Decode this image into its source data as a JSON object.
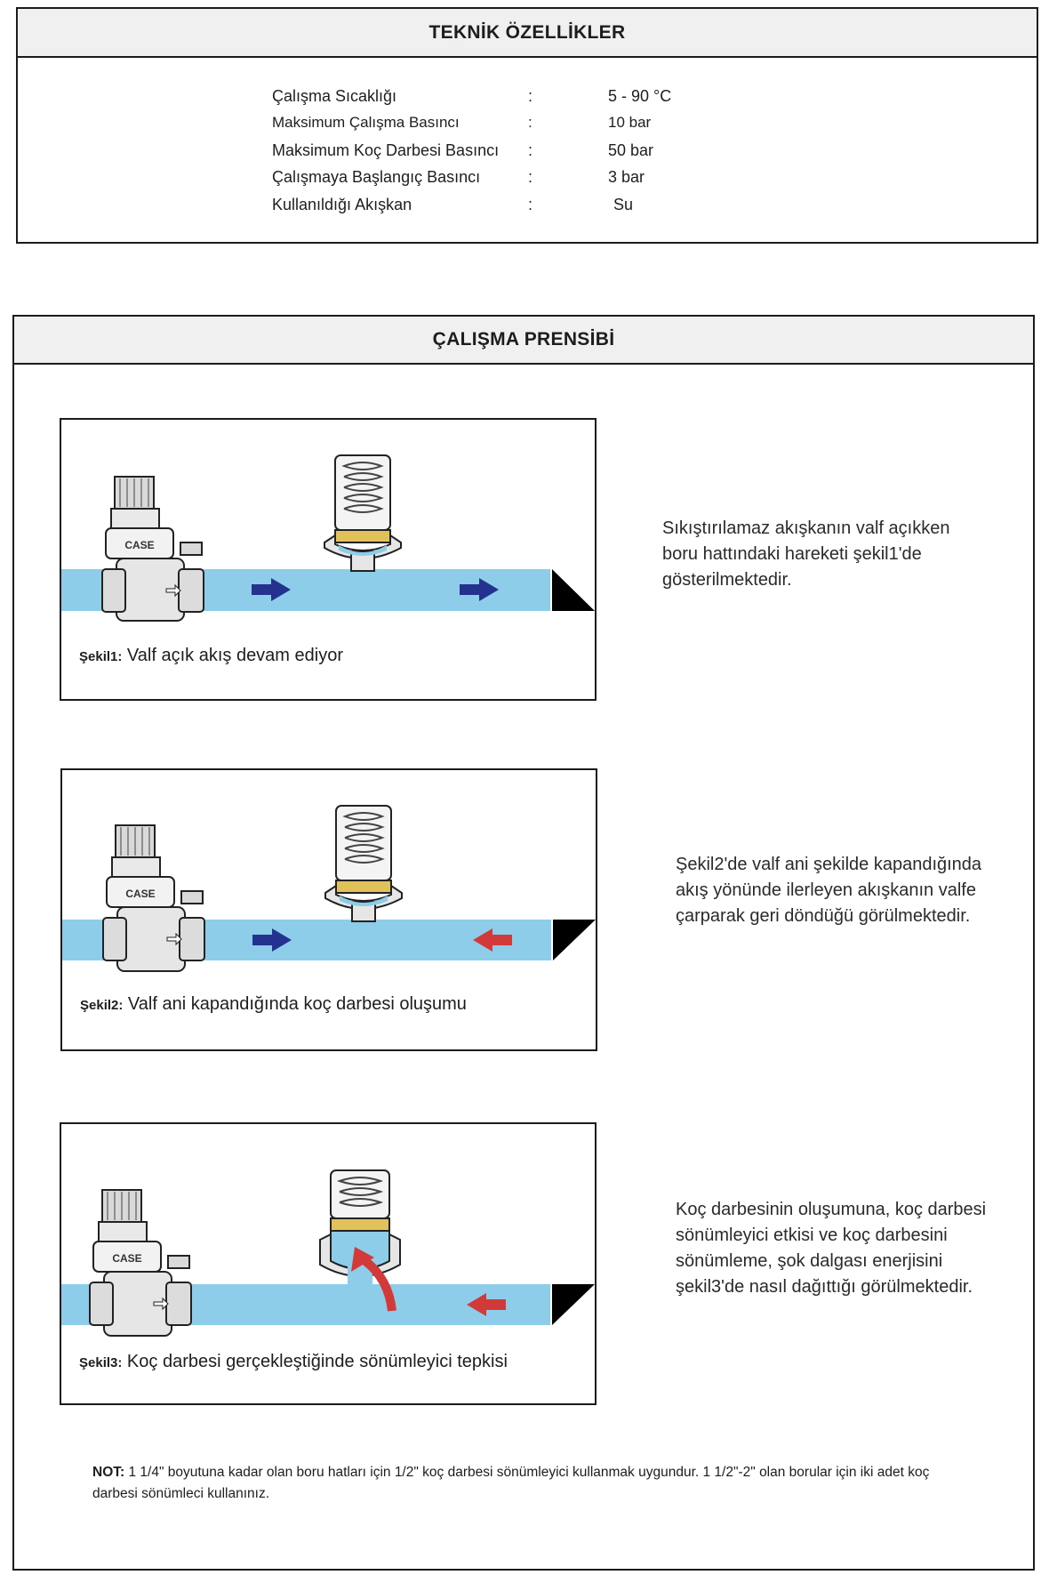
{
  "spec": {
    "title": "TEKNİK ÖZELLİKLER",
    "separator": ":",
    "rows": [
      {
        "label": "Çalışma Sıcaklığı",
        "value": "5  - 90 °C"
      },
      {
        "label": "Maksimum Çalışma Basıncı",
        "value": "10 bar"
      },
      {
        "label": "Maksimum Koç Darbesi Basıncı",
        "value": "50 bar"
      },
      {
        "label": "Çalışmaya Başlangıç Basıncı",
        "value": "3 bar"
      },
      {
        "label": "Kullanıldığı Akışkan",
        "value": "Su"
      }
    ]
  },
  "principle": {
    "title": "ÇALIŞMA PRENSİBİ",
    "brand_mark": "CASE",
    "figures": [
      {
        "caption_prefix": "Şekil1:",
        "caption_text": " Valf açık akış devam ediyor",
        "description": "Sıkıştırılamaz akışkanın valf açıkken boru hattındaki hareketi şekil1'de gösterilmektedir."
      },
      {
        "caption_prefix": "Şekil2:",
        "caption_text": " Valf ani kapandığında koç darbesi oluşumu",
        "description": "Şekil2'de valf ani şekilde kapandığında akış yönünde ilerleyen akışkanın valfe çarparak geri  döndüğü görülmektedir."
      },
      {
        "caption_prefix": "Şekil3:",
        "caption_text": " Koç darbesi gerçekleştiğinde sönümleyici tepkisi",
        "description": "Koç darbesinin oluşumuna, koç darbesi sönümleyici etkisi ve koç darbesini sönümleme, şok dalgası enerjisini şekil3'de nasıl dağıttığı görülmektedir."
      }
    ],
    "note_prefix": "NOT:",
    "note_text": " 1 1/4\" boyutuna kadar olan boru hatları için 1/2\" koç darbesi sönümleyici kullanmak uygundur. 1 1/2\"-2\" olan borular için iki adet koç darbesi sönümleci kullanınız."
  },
  "colors": {
    "pipe": "#8ecde9",
    "arrow_blue": "#25318f",
    "arrow_red": "#d23a3a",
    "brass": "#e1c25a",
    "header_bg": "#f0f0f0"
  }
}
